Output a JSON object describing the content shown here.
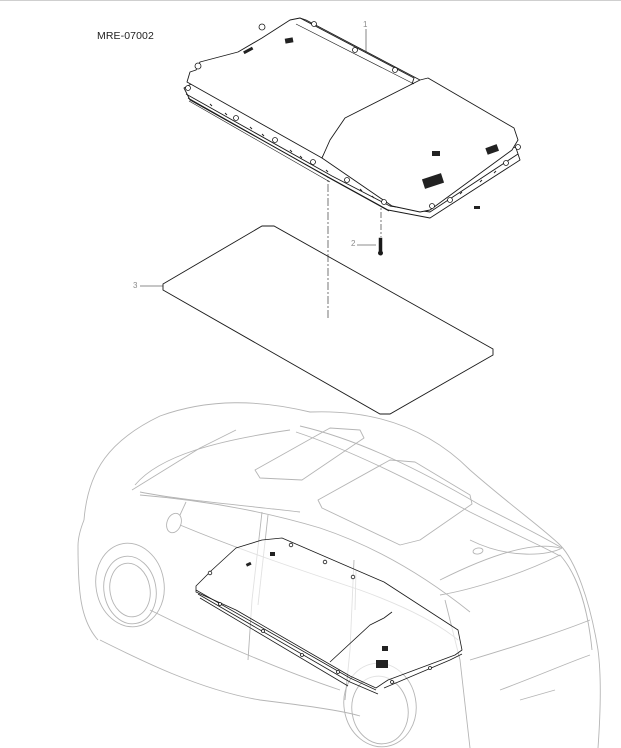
{
  "diagram": {
    "code": "MRE-07002",
    "callouts": [
      {
        "number": "1",
        "part": "battery-pack-assembly"
      },
      {
        "number": "2",
        "part": "mounting-bolt"
      },
      {
        "number": "3",
        "part": "underbody-pad"
      }
    ],
    "colors": {
      "line": "#1a1a1a",
      "vehicle_line": "#b5b5b5",
      "callout_text": "#8a8a8a",
      "background": "#ffffff"
    }
  }
}
